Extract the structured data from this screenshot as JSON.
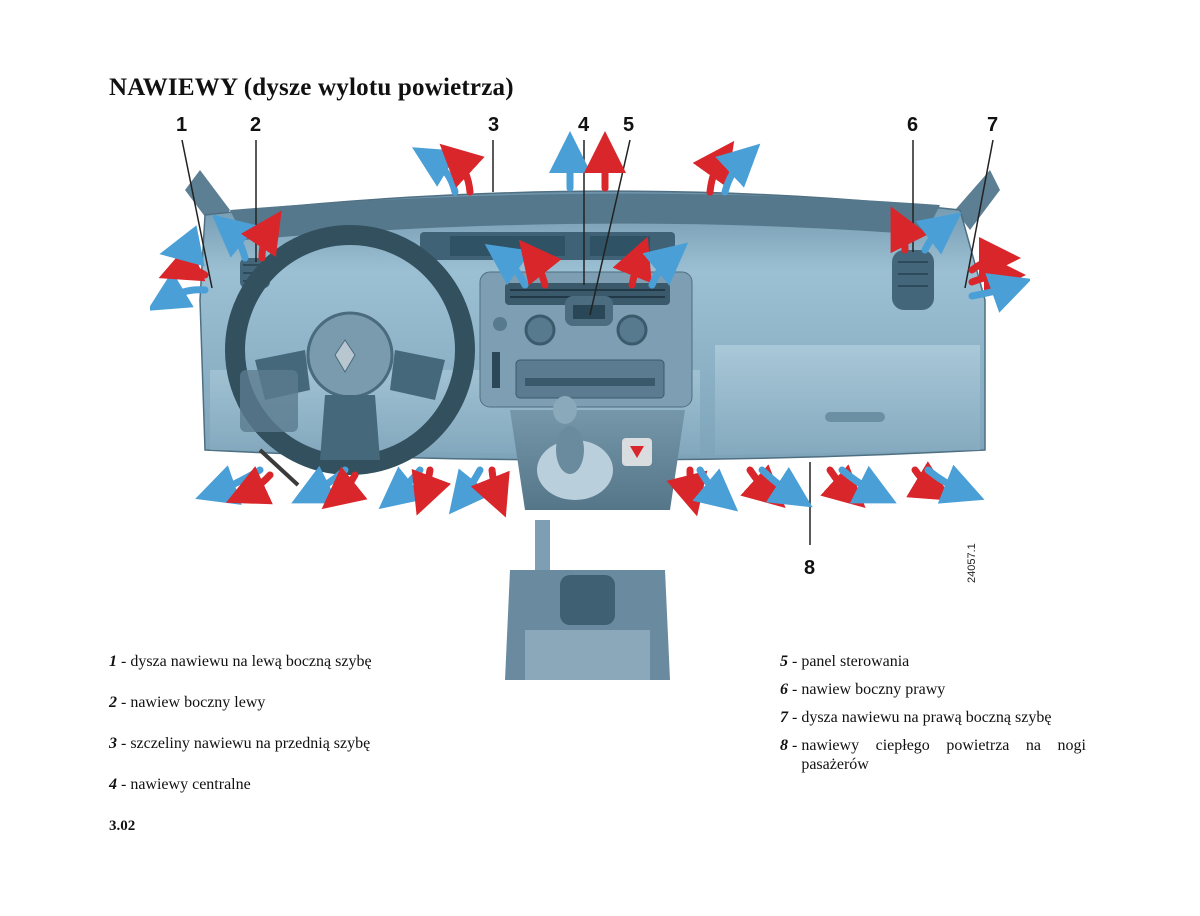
{
  "title": "NAWIEWY (dysze wylotu powietrza)",
  "callouts": [
    "1",
    "2",
    "3",
    "4",
    "5",
    "6",
    "7",
    "8"
  ],
  "figure_ref": "24057.1",
  "legend_left": [
    {
      "num": "1",
      "sep": " - ",
      "text": "dysza nawiewu na lewą boczną szybę"
    },
    {
      "num": "2",
      "sep": " - ",
      "text": "nawiew boczny lewy"
    },
    {
      "num": "3",
      "sep": " - ",
      "text": "szczeliny nawiewu na przednią szybę"
    },
    {
      "num": "4",
      "sep": " - ",
      "text": "nawiewy centralne"
    }
  ],
  "legend_right": [
    {
      "num": "5",
      "sep": " - ",
      "text": "panel sterowania"
    },
    {
      "num": "6",
      "sep": " - ",
      "text": "nawiew boczny prawy"
    },
    {
      "num": "7",
      "sep": " - ",
      "text": "dysza nawiewu na prawą boczną szybę"
    },
    {
      "num": "8",
      "sep": " - ",
      "text": "nawiewy ciepłego powietrza na nogi pasażerów"
    }
  ],
  "page_number": "3.02",
  "colors": {
    "dashboard": "#8fb3c8",
    "hot_arrow": "#d9262b",
    "cold_arrow": "#4a9fd6"
  }
}
